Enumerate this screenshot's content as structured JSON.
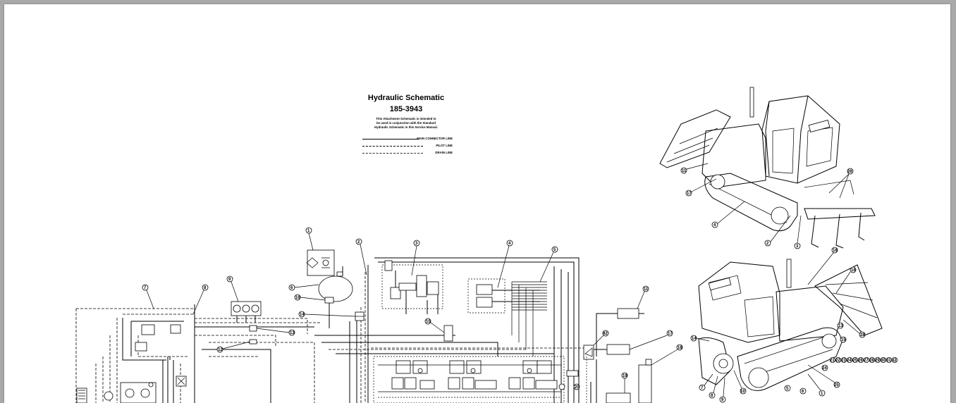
{
  "document": {
    "title": "Hydraulic Schematic",
    "number": "185-3943",
    "note_lines": [
      "This Attachment Schematic is intended to",
      "be used in conjunction with the Standard",
      "Hydraulic Schematic in this Service Manual."
    ]
  },
  "legend": {
    "main": "MAIN CONNECTOR LINE",
    "pilot": "PILOT LINE",
    "drain": "DRAIN LINE"
  },
  "callouts": {
    "schematic": [
      "1",
      "2",
      "3",
      "4",
      "5",
      "6",
      "7",
      "8",
      "9",
      "10",
      "11",
      "12",
      "13",
      "14",
      "15",
      "17",
      "18",
      "19",
      "20",
      "42"
    ],
    "tractor_top": [
      "11",
      "17",
      "4",
      "2",
      "3",
      "28"
    ],
    "tractor_bottom": [
      "18",
      "16",
      "13",
      "14",
      "15",
      "28",
      "7",
      "8",
      "9",
      "10",
      "5",
      "6",
      "1",
      "24",
      "25",
      "21",
      "22",
      "23",
      "24",
      "25",
      "26",
      "27",
      "28",
      "29",
      "30",
      "31",
      "32"
    ]
  },
  "colors": {
    "ink": "#000000",
    "paper": "#ffffff",
    "background": "#a9a9a9"
  }
}
